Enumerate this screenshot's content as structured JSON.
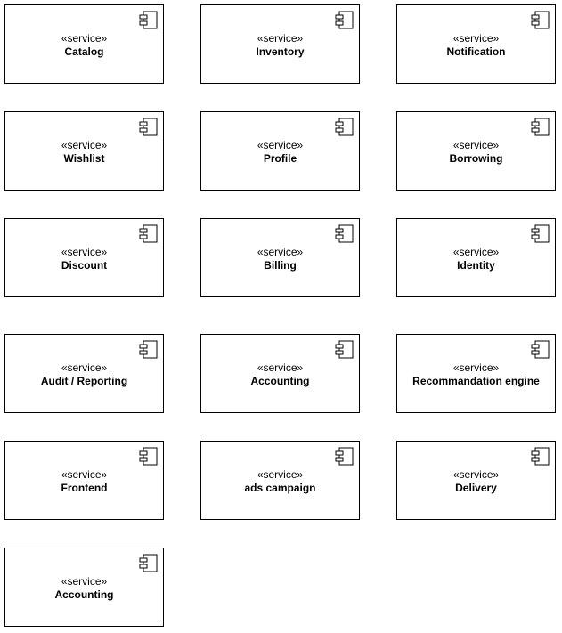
{
  "components": [
    {
      "stereotype": "«service»",
      "name": "Catalog",
      "icon": "uml-component-icon"
    },
    {
      "stereotype": "«service»",
      "name": "Inventory",
      "icon": "uml-component-icon"
    },
    {
      "stereotype": "«service»",
      "name": "Notification",
      "icon": "uml-component-icon"
    },
    {
      "stereotype": "«service»",
      "name": "Wishlist",
      "icon": "uml-component-icon"
    },
    {
      "stereotype": "«service»",
      "name": "Profile",
      "icon": "uml-component-icon"
    },
    {
      "stereotype": "«service»",
      "name": "Borrowing",
      "icon": "uml-component-icon"
    },
    {
      "stereotype": "«service»",
      "name": "Discount",
      "icon": "uml-component-icon"
    },
    {
      "stereotype": "«service»",
      "name": "Billing",
      "icon": "uml-component-icon"
    },
    {
      "stereotype": "«service»",
      "name": "Identity",
      "icon": "uml-component-icon"
    },
    {
      "stereotype": "«service»",
      "name": "Audit / Reporting",
      "icon": "uml-component-icon"
    },
    {
      "stereotype": "«service»",
      "name": "Accounting",
      "icon": "uml-component-icon"
    },
    {
      "stereotype": "«service»",
      "name": "Recommandation engine",
      "icon": "uml-component-icon"
    },
    {
      "stereotype": "«service»",
      "name": "Frontend",
      "icon": "uml-component-icon"
    },
    {
      "stereotype": "«service»",
      "name": "ads campaign",
      "icon": "uml-component-icon"
    },
    {
      "stereotype": "«service»",
      "name": "Delivery",
      "icon": "uml-component-icon"
    },
    {
      "stereotype": "«service»",
      "name": "Accounting",
      "icon": "uml-component-icon"
    }
  ],
  "colors": {
    "stroke": "#000000",
    "fill": "#ffffff",
    "text": "#000000"
  }
}
